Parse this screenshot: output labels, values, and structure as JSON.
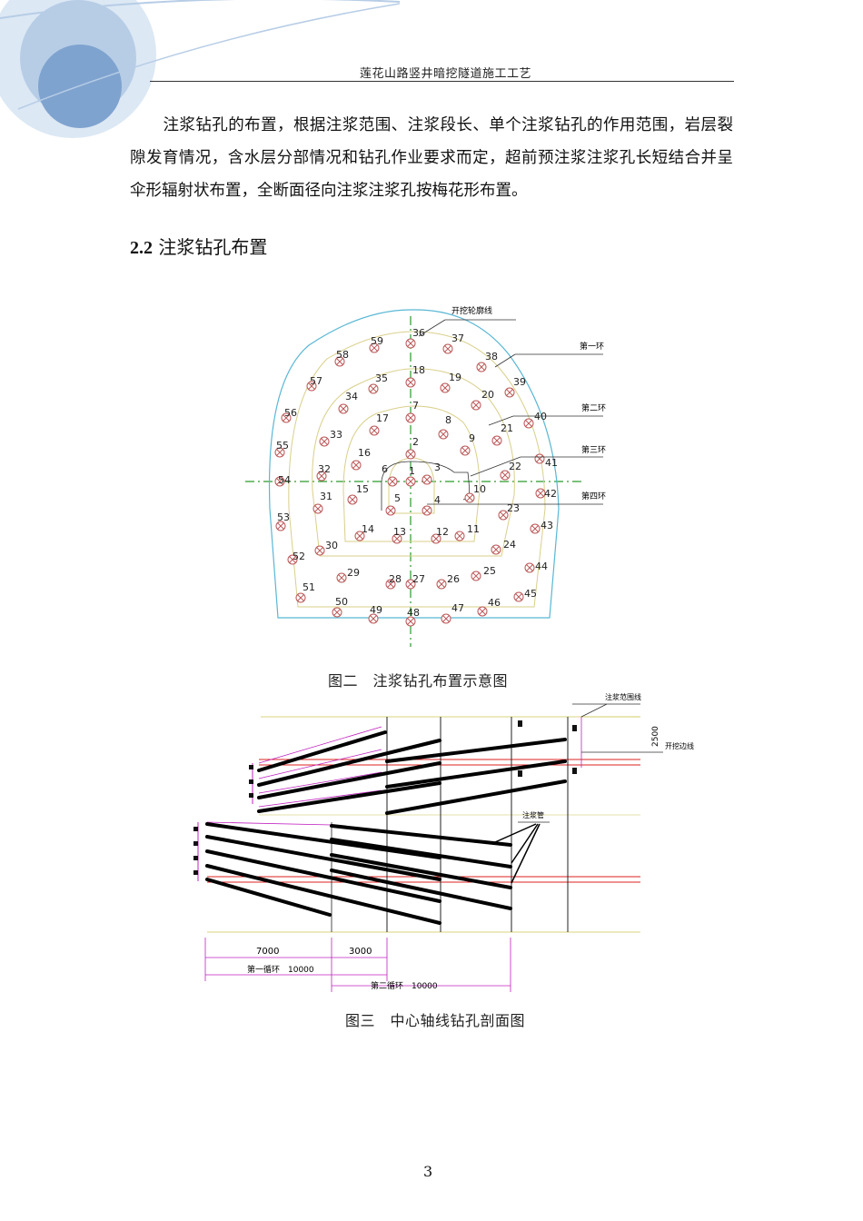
{
  "header": {
    "title": "莲花山路竖井暗挖隧道施工工艺"
  },
  "body": {
    "paragraph": "注浆钻孔的布置，根据注浆范围、注浆段长、单个注浆钻孔的作用范围，岩层裂隙发育情况，含水层分部情况和钻孔作业要求而定，超前预注浆注浆孔长短结合并呈伞形辐射状布置，全断面径向注浆注浆孔按梅花形布置。",
    "section_number": "2.2",
    "section_title": "注浆钻孔布置"
  },
  "figure2": {
    "caption": "图二　注浆钻孔布置示意图",
    "labels": {
      "outline": "开挖轮廓线",
      "ring1": "第一环",
      "ring2": "第二环",
      "ring3": "第三环",
      "ring4": "第四环"
    },
    "holes": [
      {
        "n": "1"
      },
      {
        "n": "2"
      },
      {
        "n": "3"
      },
      {
        "n": "4"
      },
      {
        "n": "5"
      },
      {
        "n": "6"
      },
      {
        "n": "7"
      },
      {
        "n": "8"
      },
      {
        "n": "9"
      },
      {
        "n": "10"
      },
      {
        "n": "11"
      },
      {
        "n": "12"
      },
      {
        "n": "13"
      },
      {
        "n": "14"
      },
      {
        "n": "15"
      },
      {
        "n": "16"
      },
      {
        "n": "17"
      },
      {
        "n": "18"
      },
      {
        "n": "19"
      },
      {
        "n": "20"
      },
      {
        "n": "21"
      },
      {
        "n": "22"
      },
      {
        "n": "23"
      },
      {
        "n": "24"
      },
      {
        "n": "25"
      },
      {
        "n": "26"
      },
      {
        "n": "27"
      },
      {
        "n": "28"
      },
      {
        "n": "29"
      },
      {
        "n": "30"
      },
      {
        "n": "31"
      },
      {
        "n": "32"
      },
      {
        "n": "33"
      },
      {
        "n": "34"
      },
      {
        "n": "35"
      },
      {
        "n": "36"
      },
      {
        "n": "37"
      },
      {
        "n": "38"
      },
      {
        "n": "39"
      },
      {
        "n": "40"
      },
      {
        "n": "41"
      },
      {
        "n": "42"
      },
      {
        "n": "43"
      },
      {
        "n": "44"
      },
      {
        "n": "45"
      },
      {
        "n": "46"
      },
      {
        "n": "47"
      },
      {
        "n": "48"
      },
      {
        "n": "49"
      },
      {
        "n": "50"
      },
      {
        "n": "51"
      },
      {
        "n": "52"
      },
      {
        "n": "53"
      },
      {
        "n": "54"
      },
      {
        "n": "55"
      },
      {
        "n": "56"
      },
      {
        "n": "57"
      },
      {
        "n": "58"
      },
      {
        "n": "59"
      }
    ]
  },
  "figure3": {
    "caption": "图三　中心轴线钻孔剖面图",
    "labels": {
      "grout_range": "注浆范围线",
      "excavation_line": "开挖边线",
      "grout_pipe": "注浆管",
      "dim_2500": "2500",
      "dim_7000": "7000",
      "dim_3000": "3000",
      "ring1_len": "第一循环　10000",
      "ring2_len": "第二循环　10000"
    }
  },
  "footer": {
    "page_number": "3"
  }
}
